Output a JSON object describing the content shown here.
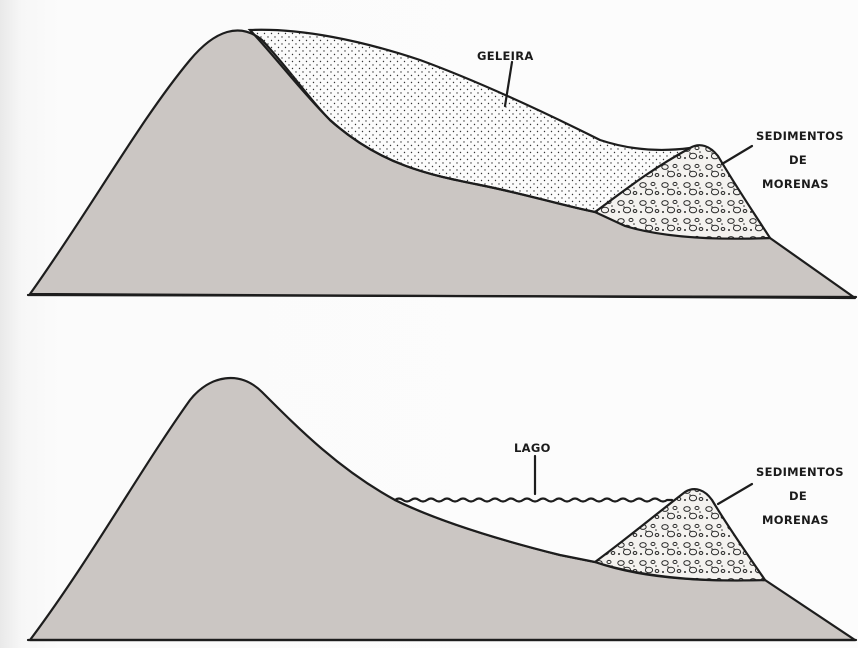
{
  "panels": [
    {
      "glacier_label": "GELEIRA",
      "moraine_label_line1": "SEDIMENTOS",
      "moraine_label_line2": "DE",
      "moraine_label_line3": "MORENAS"
    },
    {
      "lake_label": "LAGO",
      "moraine_label_line1": "SEDIMENTOS",
      "moraine_label_line2": "DE",
      "moraine_label_line3": "MORENAS"
    }
  ],
  "colors": {
    "rock": "#cbc6c3",
    "ice": "#fbfbfb",
    "lake": "#fcfcfc",
    "ink": "#1d1d1d"
  }
}
